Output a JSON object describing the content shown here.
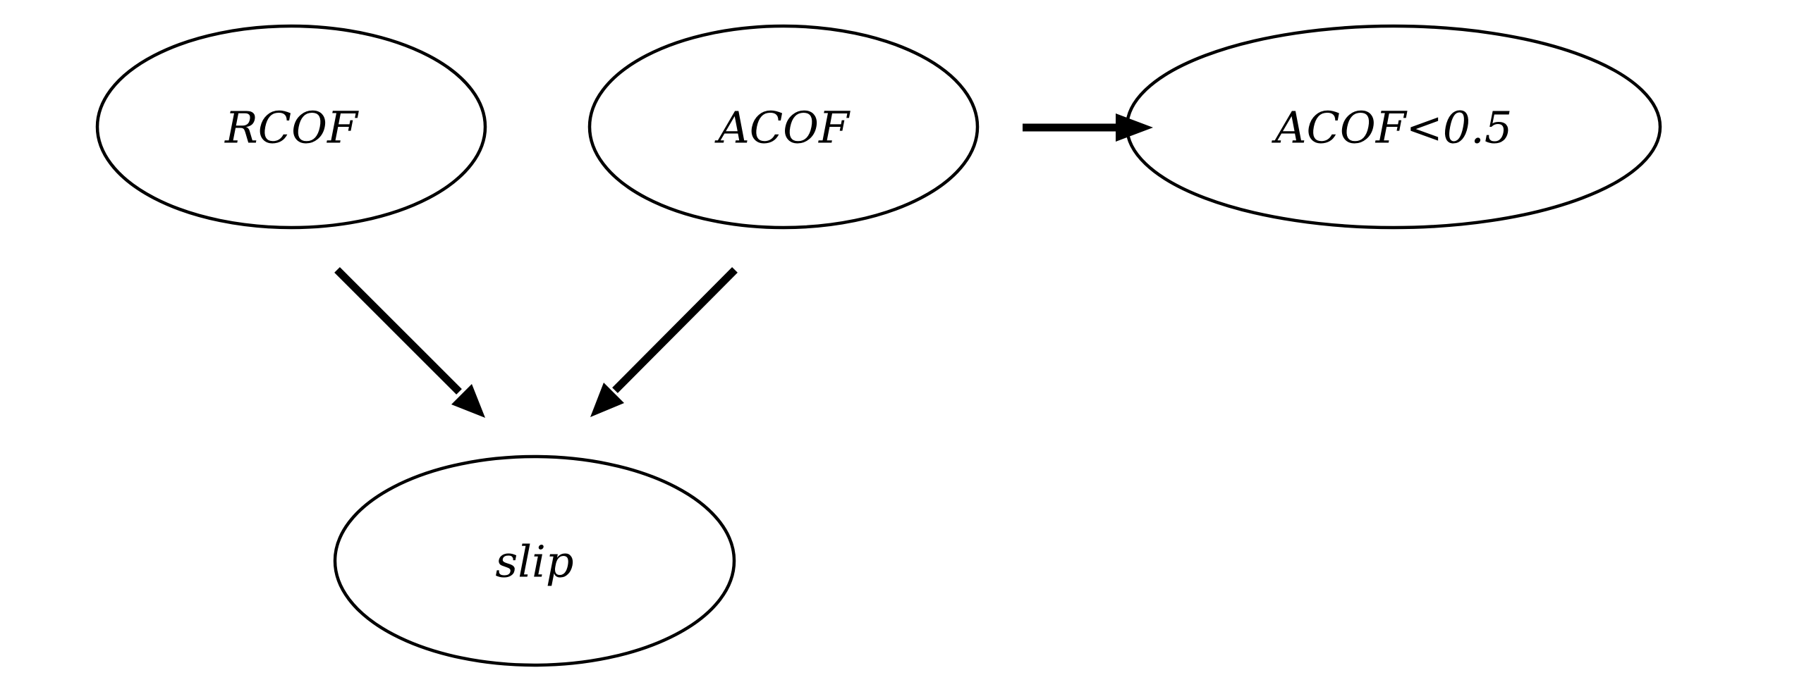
{
  "diagram": {
    "nodes": {
      "rcof": {
        "label": "RCOF"
      },
      "acof": {
        "label": "ACOF"
      },
      "acof_threshold": {
        "label": "ACOF<0.5"
      },
      "slip": {
        "label": "slip"
      }
    },
    "edges": [
      {
        "from": "acof",
        "to": "acof_threshold"
      },
      {
        "from": "rcof",
        "to": "slip"
      },
      {
        "from": "acof",
        "to": "slip"
      }
    ],
    "colors": {
      "stroke": "#000000",
      "background": "#ffffff"
    }
  }
}
